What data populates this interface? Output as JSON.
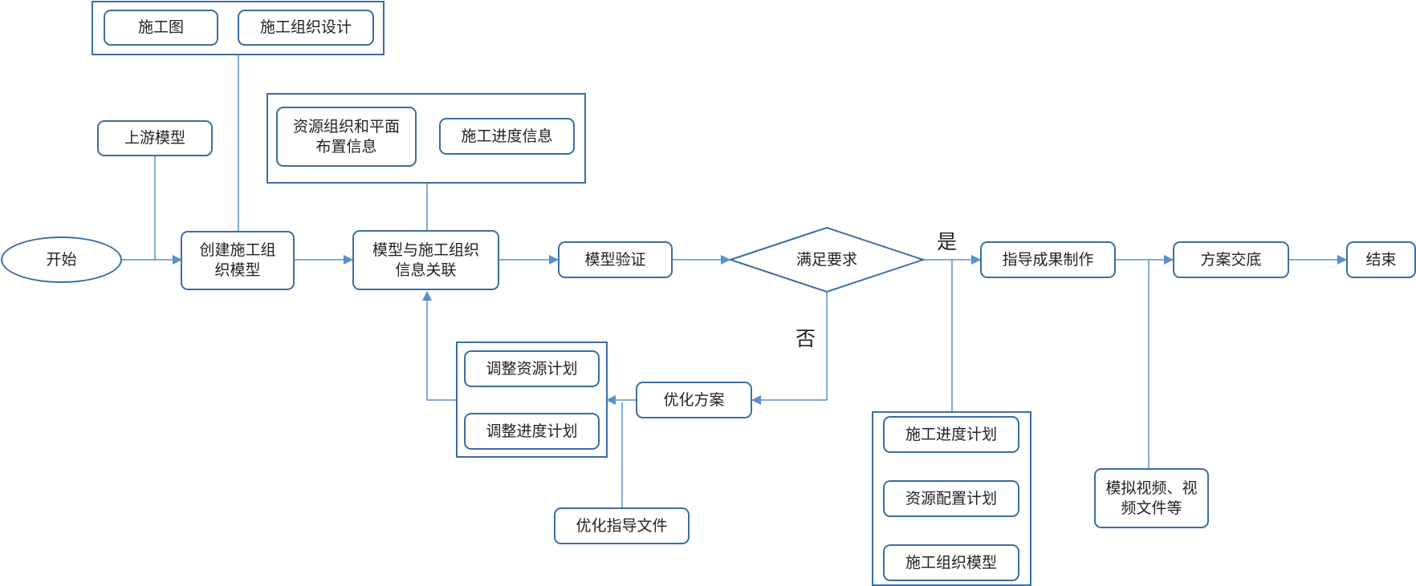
{
  "nodes": {
    "start": "开始",
    "drawings": "施工图",
    "org_design": "施工组织设计",
    "upstream_model": "上游模型",
    "create_model": "创建施工组织模型",
    "resource_layout": "资源组织和平面布置信息",
    "schedule_info": "施工进度信息",
    "link_info": "模型与施工组织信息关联",
    "verify": "模型验证",
    "meets_requirement": "满足要求",
    "produce_guidance": "指导成果制作",
    "disclosure": "方案交底",
    "end": "结束",
    "adjust_resource": "调整资源计划",
    "adjust_schedule": "调整进度计划",
    "optimize": "优化方案",
    "optimize_doc": "优化指导文件",
    "schedule_plan": "施工进度计划",
    "resource_plan": "资源配置计划",
    "org_model": "施工组织模型",
    "sim_video": "模拟视频、视频文件等"
  },
  "branch_labels": {
    "yes": "是",
    "no": "否"
  },
  "colors": {
    "border": "#3c6da3",
    "connector": "#5a8fcb",
    "text": "#222222"
  }
}
